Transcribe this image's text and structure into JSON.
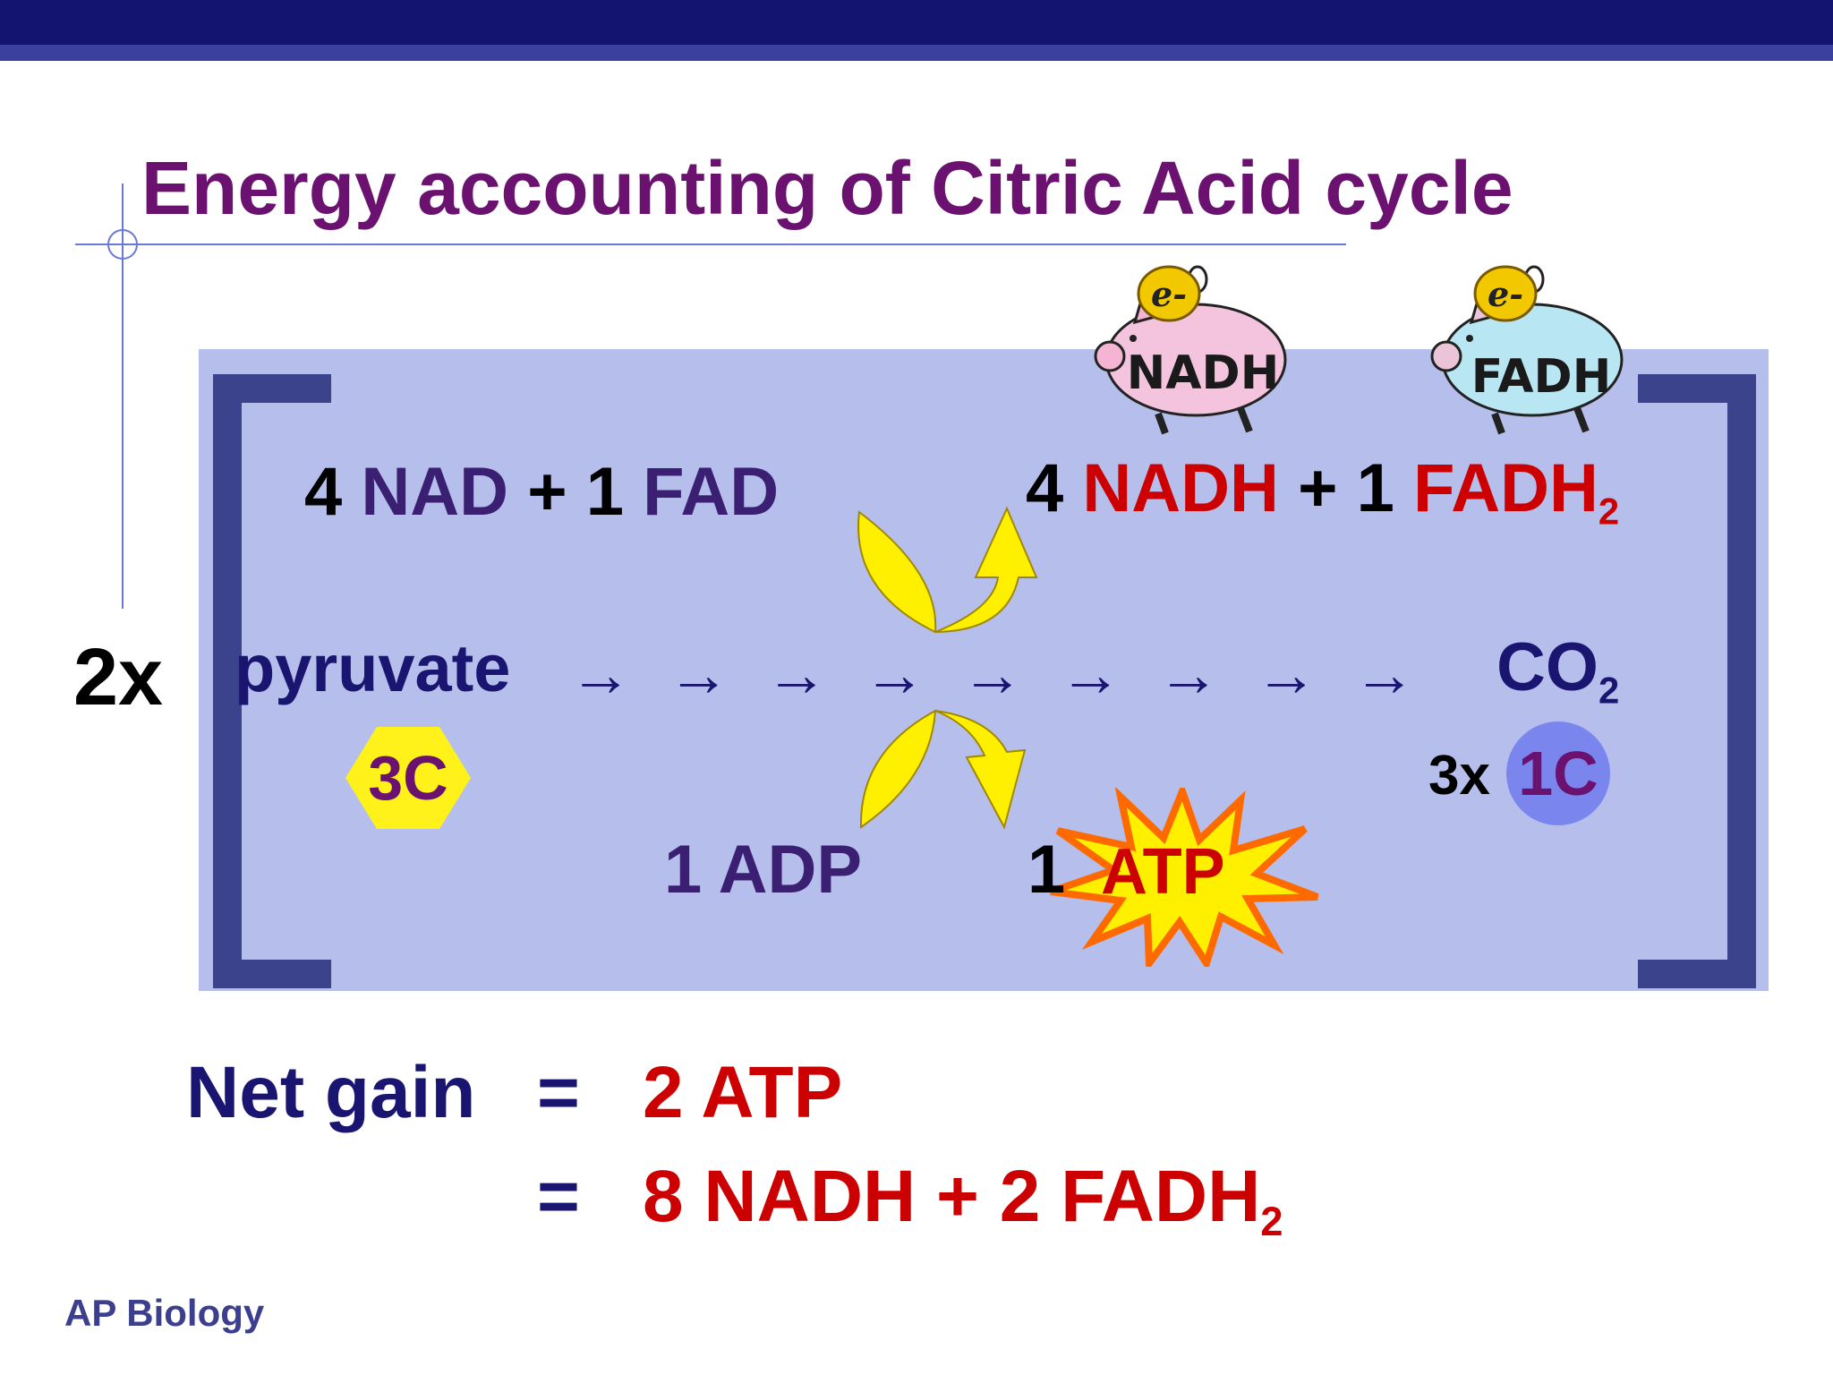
{
  "title": "Energy accounting of Citric Acid cycle",
  "multiplier": "2x",
  "reactants": {
    "left_count": "4",
    "left_name": "NAD",
    "plus": "+",
    "right_count": "1",
    "right_name": "FAD"
  },
  "products": {
    "left_count": "4",
    "left_name": "NADH",
    "plus": "+",
    "right_count": "1",
    "right_name": "FADH",
    "right_sub": "2"
  },
  "pathway": {
    "start": "pyruvate",
    "arrows": "→ → → → → → → → →",
    "end": "CO",
    "end_sub": "2"
  },
  "pyruvate_carbons": "3C",
  "co2_carbons": {
    "count": "3x",
    "label": "1C"
  },
  "adp": "1 ADP",
  "atp": {
    "count": "1",
    "label": "ATP"
  },
  "piggy_banks": [
    {
      "coin": "e-",
      "label": "NADH",
      "color": "#f4c4de"
    },
    {
      "coin": "e-",
      "label": "FADH",
      "color": "#b8e6f2"
    }
  ],
  "net_gain": {
    "label": "Net gain",
    "equals": "=",
    "line1": "2 ATP",
    "line2": "8 NADH + 2 FADH",
    "line2_sub": "2"
  },
  "footer": "AP Biology",
  "colors": {
    "header": "#131470",
    "title": "#6b1170",
    "panel": "#b6bfec",
    "bracket": "#3b438d",
    "highlight": "#cc0000",
    "arrow_fill": "#fff000"
  }
}
